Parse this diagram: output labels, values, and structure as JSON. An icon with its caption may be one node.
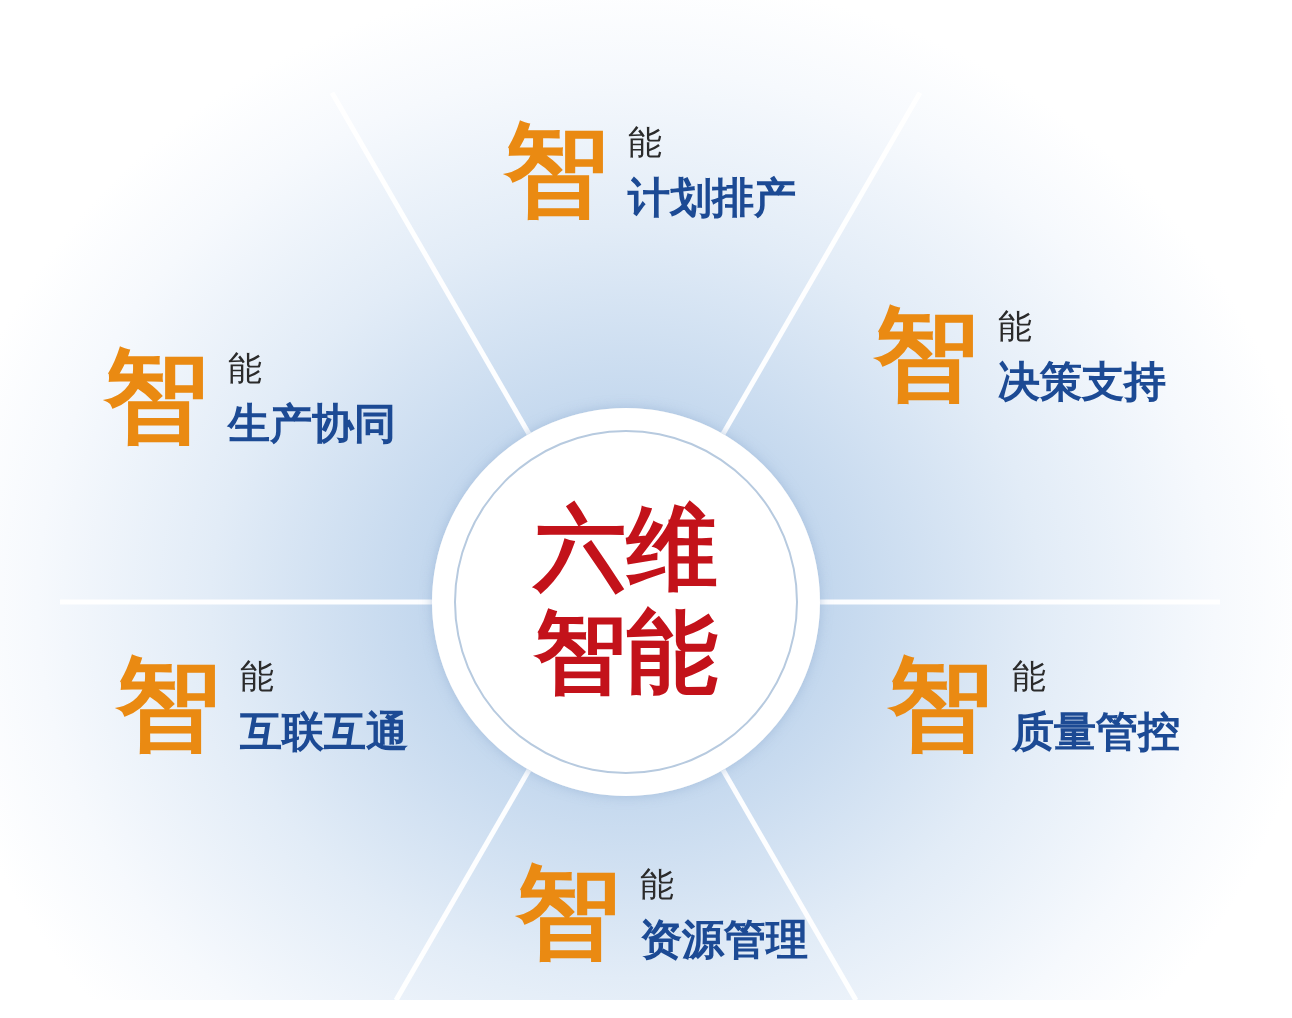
{
  "diagram": {
    "nodes": [
      {
        "text": [
          "智",
          "能",
          "计划排产"
        ]
      },
      {
        "text": [
          "智",
          "能",
          "生产协同"
        ]
      },
      {
        "text": [
          "智",
          "能",
          "决策支持"
        ]
      },
      {
        "text": [
          "六维智能"
        ]
      },
      {
        "text": [
          "智",
          "能",
          "互联互通"
        ]
      },
      {
        "text": [
          "智",
          "能",
          "质量管控"
        ]
      },
      {
        "text": [
          "智",
          "能",
          "资源管理"
        ]
      }
    ]
  }
}
